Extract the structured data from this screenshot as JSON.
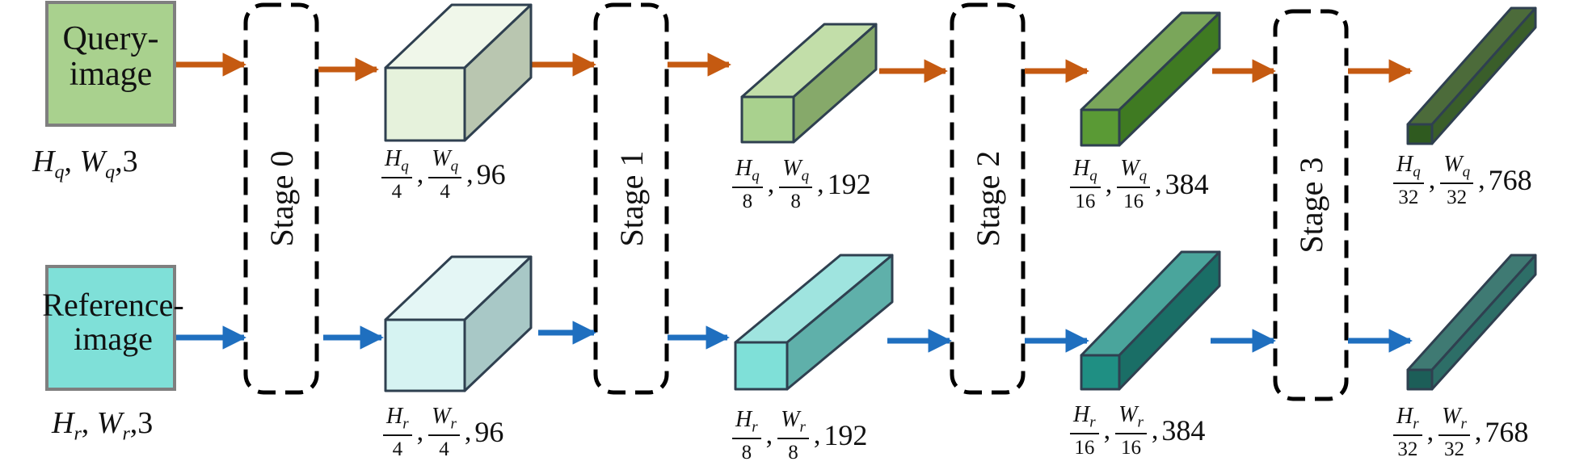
{
  "inputs": {
    "query": {
      "line1": "Query-",
      "line2": "image",
      "dims": {
        "h": "H",
        "h_sub": "q",
        "w": "W",
        "w_sub": "q",
        "c": "3"
      },
      "fill": "#a9d18e",
      "arrow_color": "#c55a11"
    },
    "reference": {
      "line1": "Reference-",
      "line2": "image",
      "dims": {
        "h": "H",
        "h_sub": "r",
        "w": "W",
        "w_sub": "r",
        "c": "3"
      },
      "fill": "#7fe0d8",
      "arrow_color": "#1f6fbf"
    }
  },
  "stages": [
    "Stage 0",
    "Stage 1",
    "Stage 2",
    "Stage 3"
  ],
  "query_features": [
    {
      "h": "H",
      "sub": "q",
      "w": "W",
      "den": "4",
      "channels": "96",
      "front": "#e6f2dc",
      "top": "#f0f7ea",
      "side": "#b9c6b0"
    },
    {
      "h": "H",
      "sub": "q",
      "w": "W",
      "den": "8",
      "channels": "192",
      "front": "#a9d18e",
      "top": "#c2dea9",
      "side": "#86a96a"
    },
    {
      "h": "H",
      "sub": "q",
      "w": "W",
      "den": "16",
      "channels": "384",
      "front": "#5a9a35",
      "top": "#7aa65a",
      "side": "#3f7a22"
    },
    {
      "h": "H",
      "sub": "q",
      "w": "W",
      "den": "32",
      "channels": "768",
      "front": "#2f5a1f",
      "top": "#4c6b3a",
      "side": "#3a5e2a"
    }
  ],
  "reference_features": [
    {
      "h": "H",
      "sub": "r",
      "w": "W",
      "den": "4",
      "channels": "96",
      "front": "#d6f3f2",
      "top": "#e4f6f5",
      "side": "#a8c8c6"
    },
    {
      "h": "H",
      "sub": "r",
      "w": "W",
      "den": "8",
      "channels": "192",
      "front": "#7fe0d8",
      "top": "#9fe4df",
      "side": "#5fb0aa"
    },
    {
      "h": "H",
      "sub": "r",
      "w": "W",
      "den": "16",
      "channels": "384",
      "front": "#1f8f83",
      "top": "#4aa59c",
      "side": "#1a6e66"
    },
    {
      "h": "H",
      "sub": "r",
      "w": "W",
      "den": "32",
      "channels": "768",
      "front": "#1c5e58",
      "top": "#3f7a73",
      "side": "#2d6e67"
    }
  ],
  "colors": {
    "query_arrow": "#c55a11",
    "reference_arrow": "#1f6fbf",
    "outline": "#2f4050",
    "stage_border": "#000000"
  }
}
